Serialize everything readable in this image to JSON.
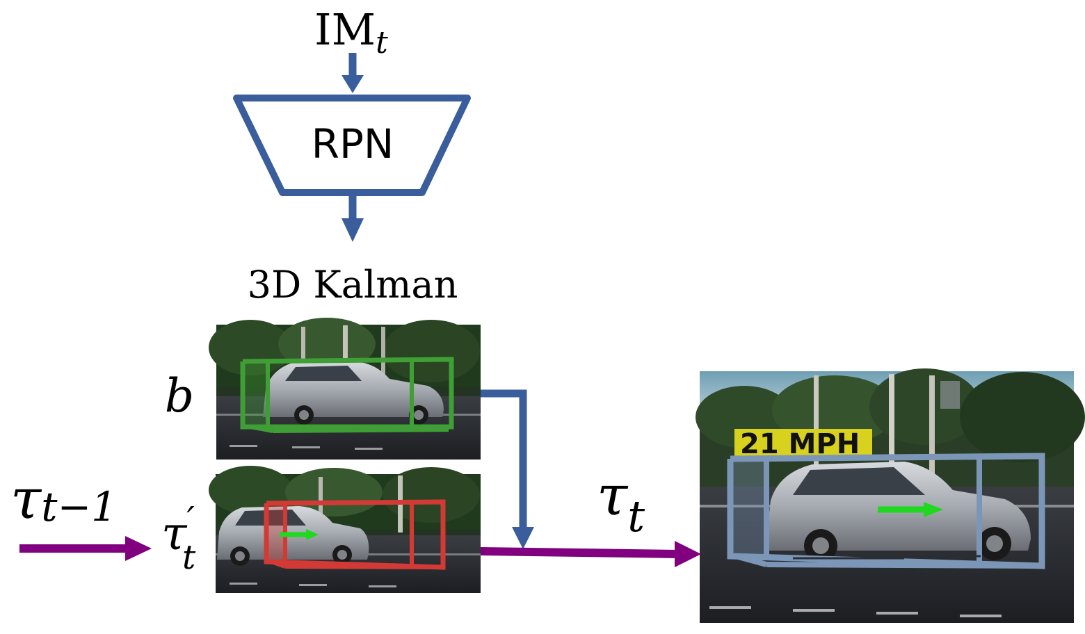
{
  "input": {
    "base": "IM",
    "sub": "t"
  },
  "rpn": {
    "label": "RPN"
  },
  "kalman": {
    "label": "3D Kalman"
  },
  "labels": {
    "detection": "b",
    "prev_track_base": "τ",
    "prev_track_sub": "t−1",
    "pred_track_base": "τ",
    "pred_track_sup": "′",
    "pred_track_sub": "t",
    "out_track_base": "τ",
    "out_track_sub": "t"
  },
  "overlay": {
    "speed": "21 MPH"
  },
  "colors": {
    "flow_blue": "#3a5d9c",
    "track_purple": "#800080",
    "detection_box": "#3f9e35",
    "prediction_box": "#d33a35",
    "output_box": "#7c96b8",
    "velocity_arrow": "#1fd81f",
    "speed_bg": "#d8d21e"
  }
}
